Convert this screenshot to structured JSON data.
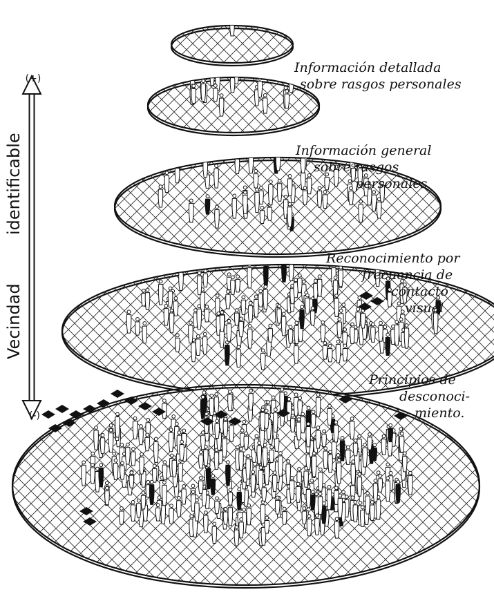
{
  "axis": {
    "label_part1": "Vecindad",
    "label_part2": "identificable",
    "top_marker": "(+)",
    "bottom_marker": "(-)"
  },
  "levels": [
    {
      "lines": [
        "Información detallada",
        "sobre rasgos personales"
      ]
    },
    {
      "lines": [
        "Información general",
        "sobre rasgos",
        "personales"
      ]
    },
    {
      "lines": [
        "Reconocimiento por",
        "frecuencia de",
        "contacto",
        "visual"
      ]
    },
    {
      "lines": [
        "Principios de",
        "desconoci-",
        "miento."
      ]
    }
  ],
  "colors": {
    "ink": "#111111",
    "paper": "#ffffff"
  }
}
